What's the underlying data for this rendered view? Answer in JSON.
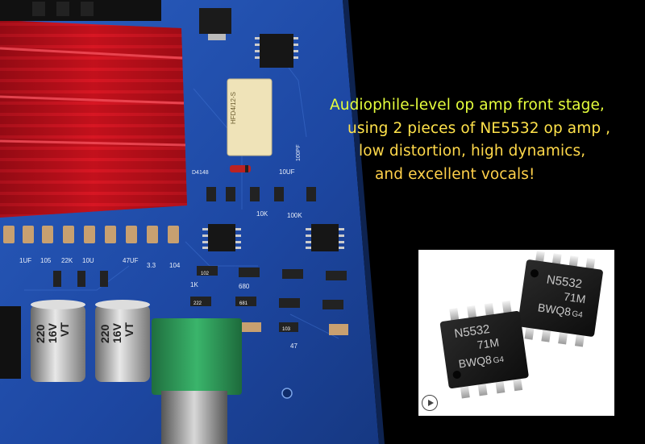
{
  "caption": {
    "line1": "Audiophile-level op amp front stage,",
    "line2": "using 2 pieces of NE5532 op amp ,",
    "line3": "low distortion, high dynamics,",
    "line4": "and excellent vocals!"
  },
  "inset": {
    "chip_front": {
      "line1": "N5532",
      "line2": "71M",
      "line3": "BWQ8",
      "line3_small": "G4"
    },
    "chip_back": {
      "line1": "N5532",
      "line2": "71M",
      "line3": "BWQ8",
      "line3_small": "G4"
    },
    "play_icon": "play-icon"
  },
  "board_labels": {
    "cap_left": {
      "value": "220",
      "voltage": "16V",
      "series": "VT"
    },
    "cap_right": {
      "value": "220",
      "voltage": "16V",
      "series": "VT"
    },
    "relay_text": "HFD4/12-S",
    "r102": "102",
    "r681": "681",
    "r222": "222",
    "r103": "103",
    "res_1k": "1K",
    "res_10k": "10K",
    "res_680": "680",
    "res_100k": "100K",
    "cap_10uf": "10UF",
    "cap_1uf": "1UF",
    "cap_100pf": "100PF",
    "cap_47uf": "47UF",
    "diode": "D4148",
    "silk_105": "105",
    "silk_22k": "22K",
    "silk_10u": "10U",
    "silk_47": "47",
    "silk_104": "104",
    "silk_33": "3.3"
  },
  "colors": {
    "background": "#000000",
    "pcb_blue": "#1f4aa8",
    "heatsink_red": "#c0101c",
    "caption_yellow": "#e6ff3c",
    "knob_green": "#2f9a5a",
    "chip_black": "#1a1a1a"
  }
}
